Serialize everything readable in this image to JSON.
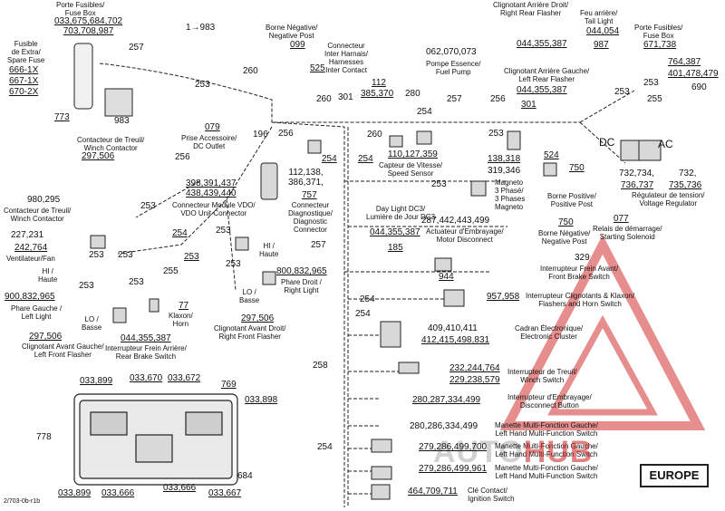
{
  "labels": {
    "fuse_box_title": "Porte Fusibles/\nFuse Box",
    "fuse_box_parts": "033,675,684,702\n703,708,987",
    "spare_fuse_title": "Fusible\nde Extra/\nSpare Fuse",
    "spare_fuse_parts": "666-1X\n667-1X\n670-2X",
    "p773": "773",
    "p983_box": "983",
    "p257_top": "257",
    "arrow_983": "1→983",
    "p260_top": "260",
    "p253_a": "253",
    "neg_post_title": "Borne Négative/\nNegative Post",
    "p099": "099",
    "p525": "525",
    "p079": "079",
    "dc_outlet": "Prise Accessoire/\nDC Outlet",
    "winch_contactor_title": "Contacteur de Treuil/\nWinch Contactor",
    "p297_506_a": "297,506",
    "p256_a": "256",
    "p196": "196",
    "p398_parts": "398,391,437\n438,439,440",
    "vdo_connector": "Connecteur Module VDO/\nVDO Unit Connector",
    "p112_parts": "112,138,\n386,371,",
    "p757": "757",
    "diag_connector": "Connecteur\nDiagnostique/\nDiagnostic\nConnector",
    "inter_contact": "Connecteur\nInter Harnais/\nHarnesses\nInter Contact",
    "p112_top": "112",
    "p385_370": "385,370",
    "p280_a": "280",
    "p260_b": "260",
    "p301_a": "301",
    "p260_c": "260",
    "p254_a": "254",
    "p254_b": "254",
    "p256_b": "256",
    "speed_parts": "110,127,359",
    "speed_sensor": "Capteur de Vitesse/\nSpeed Sensor",
    "p253_b": "253",
    "fuel_pump_parts": "062,070,073",
    "fuel_pump": "Pompe Essence/\nFuel Pump",
    "p257_b": "257",
    "p256_c": "256",
    "p301_b": "301",
    "p253_c": "253",
    "p138_318": "138,318",
    "p319_346": "319,346",
    "magneto": "Magneto\n3 Phasé/\n3 Phases\nMagneto",
    "motor_disconnect_parts": "287,442,443,499",
    "motor_disconnect": "Actuateur d'Embrayage/\nMotor Disconnect",
    "rear_flasher_r": "Clignotant Arrière Droit/\nRight Rear Flasher",
    "p044_355_387_a": "044,355,387",
    "tail_light_title": "Feu arrière/\nTail Light",
    "p044_054": "044,054",
    "p987": "987",
    "fuse_box2_title": "Porte Fusibles/\nFuse Box",
    "p671_738": "671,738",
    "p764_387": "764,387",
    "p401_479": "401,478,479",
    "p690": "690",
    "rear_flasher_l": "Clignotant Arrière Gauche/\nLeft Rear Flasher",
    "p044_355_387_b": "044,355,387",
    "p253_d": "253",
    "p253_e": "253",
    "p255": "255",
    "p524": "524",
    "p750_a": "750",
    "pos_post": "Borne Positive/\nPositive Post",
    "p750_b": "750",
    "neg_post2": "Borne Négative/\nNegative Post",
    "dc_label": "DC",
    "ac_label": "AC",
    "p732_734": "732,734,",
    "p736_737": "736,737",
    "p732_b": "732,",
    "p735_736": "735,736",
    "regulator": "Régulateur de tension/\nVoltage Regulator",
    "p077": "077",
    "starting_solenoid": "Relais de démarrage/\nStarting Solenoid",
    "winch_contactor2": "Contacteur de Treuil/\nWinch Contactor",
    "p980_295": "980,295",
    "p227_231": "227,231",
    "p242_764": "242,764",
    "fan": "Ventilateur/Fan",
    "p253_f": "253",
    "p253_g": "253",
    "p253_h": "253",
    "p254_c": "254",
    "p253_i": "253",
    "p253_j": "253",
    "hi_left": "HI /\nHaute",
    "p253_k": "253",
    "p900_l": "900,832,965",
    "headlight_l": "Phare Gauche /\nLeft Light",
    "lo_left": "LO /\nBasse",
    "p297_506_b": "297,506",
    "front_flasher_l": "Clignotant Avant Gauche/\nLeft Front Flasher",
    "p253_l": "253",
    "p253_m": "253",
    "p255_b": "255",
    "p77": "77",
    "horn": "Klaxon/\nHorn",
    "p044_355_387_c": "044,355,387",
    "rear_brake": "Interrupteur Frein Arrière/\nRear Brake Switch",
    "p297_506_c": "297,506",
    "front_flasher_r": "Clignotant Avant Droit/\nRight Front Flasher",
    "hi_right": "HI /\nHaute",
    "p800_r": "800,832,965",
    "headlight_r": "Phare Droit /\nRight Light",
    "lo_right": "LO /\nBasse",
    "day_light": "Day Light DC3/\nLumière de Jour DC3",
    "p044_355_387_d": "044,355,387",
    "p185": "185",
    "p257_c": "257",
    "p944": "944",
    "p329": "329",
    "front_brake": "Interrupteur Frein Avant/\nFront Brake Switch",
    "p254_d": "254",
    "p957_958": "957,958",
    "flasher_horn": "Interrupteur Clignotants & Klaxon/\nFlashers and Horn Switch",
    "p254_e": "254",
    "p409_411": "409,410,411",
    "p412_831": "412,415,498,831",
    "cluster": "Cadran Électronique/\nElectronic Cluster",
    "p258": "258",
    "p232_764": "232,244,764",
    "p229_579": "229,238,579",
    "winch_switch": "Interrupteur de Treuil/\nWinch Switch",
    "p280_499": "280,287,334,499",
    "disconnect_switch": "Interrupteur d'Embrayage/\nDisconnect Button",
    "p280_286_a": "280,286,334,499",
    "mf_switch_a": "Manette Multi-Fonction Gauche/\nLeft Hand Multi-Function Switch",
    "p279_700": "279,286,499,700",
    "mf_switch_b": "Manette Multi-Fonction Gauche/\nLeft Hand Multi-Function Switch",
    "p279_961": "279,286,499,961",
    "mf_switch_c": "Manette Multi-Fonction Gauche/\nLeft Hand Multi-Function Switch",
    "p254_f": "254",
    "p464_711": "464,709,711",
    "ignition": "Clé Contact/\nIgnition Switch",
    "p033_899_tl": "033,899",
    "p033_670": "033,670",
    "p033_672": "033,672",
    "p769": "769",
    "p033_898": "033,898",
    "p778": "778",
    "p684": "684",
    "p033_899_bl": "033,899",
    "p033_666_a": "033,666",
    "p033_666_b": "033,666",
    "p033_667": "033,667"
  },
  "watermark": {
    "text_a": "AUTO",
    "text_b": "HUB"
  },
  "region_badge": "EUROPE",
  "figure_code": "2/703-0b-r1b",
  "colors": {
    "line": "#1a1a1a",
    "wire": "#333333",
    "watermark": "#d23a3a"
  }
}
